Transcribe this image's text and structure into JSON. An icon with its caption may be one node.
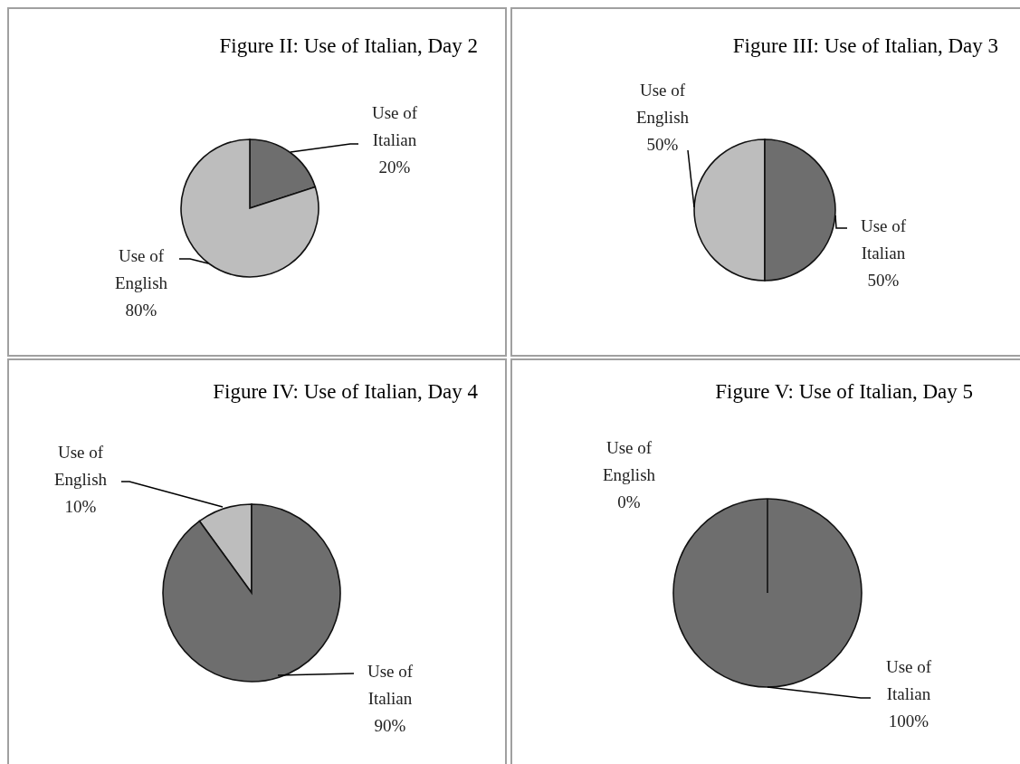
{
  "diagram": {
    "nodes": [
      {
        "text": [
          "Figure II: Use of Italian, Day 2"
        ]
      },
      {
        "text": [
          "Use of Italian 20%"
        ],
        "in": 0
      },
      {
        "text": [],
        "shape": "wedge",
        "in": 0
      },
      {
        "text": [
          "Use of English 80%"
        ],
        "in": 0
      },
      {
        "text": [],
        "shape": "wedge",
        "in": 0
      },
      {
        "text": [
          "Figure III: Use of Italian, Day 3"
        ]
      },
      {
        "text": [
          "Use of English 50%"
        ],
        "in": 5
      },
      {
        "text": [],
        "shape": "wedge",
        "in": 5
      },
      {
        "text": [
          "Use of Italian 50%"
        ],
        "in": 5
      },
      {
        "text": [],
        "shape": "wedge",
        "in": 5
      },
      {
        "text": [
          "Figure IV: Use of Italian, Day 4"
        ]
      },
      {
        "text": [
          "Use of English 10%"
        ],
        "in": 10
      },
      {
        "text": [],
        "shape": "wedge",
        "in": 10
      },
      {
        "text": [],
        "shape": "wedge",
        "in": 10
      },
      {
        "text": [
          "Use of Italian 90%"
        ],
        "in": 10
      },
      {
        "text": [
          "Figure V: Use of Italian, Day 5"
        ]
      },
      {
        "text": [
          "Use of English 0%"
        ],
        "in": 15
      },
      {
        "text": [],
        "shape": "circle",
        "in": 15
      },
      {
        "text": [
          "Use of Italian 100%"
        ],
        "in": 15
      }
    ],
    "edges": [
      {
        "from": 1,
        "to": 2,
        "arrow": "none"
      },
      {
        "from": 3,
        "to": 4,
        "arrow": "none"
      },
      {
        "from": 6,
        "to": 7,
        "arrow": "none"
      },
      {
        "from": 8,
        "to": 9,
        "arrow": "none"
      },
      {
        "from": 11,
        "to": 12,
        "arrow": "none"
      },
      {
        "from": 14,
        "to": 13,
        "arrow": "none"
      },
      {
        "from": 18,
        "to": 17,
        "arrow": "none"
      }
    ]
  }
}
